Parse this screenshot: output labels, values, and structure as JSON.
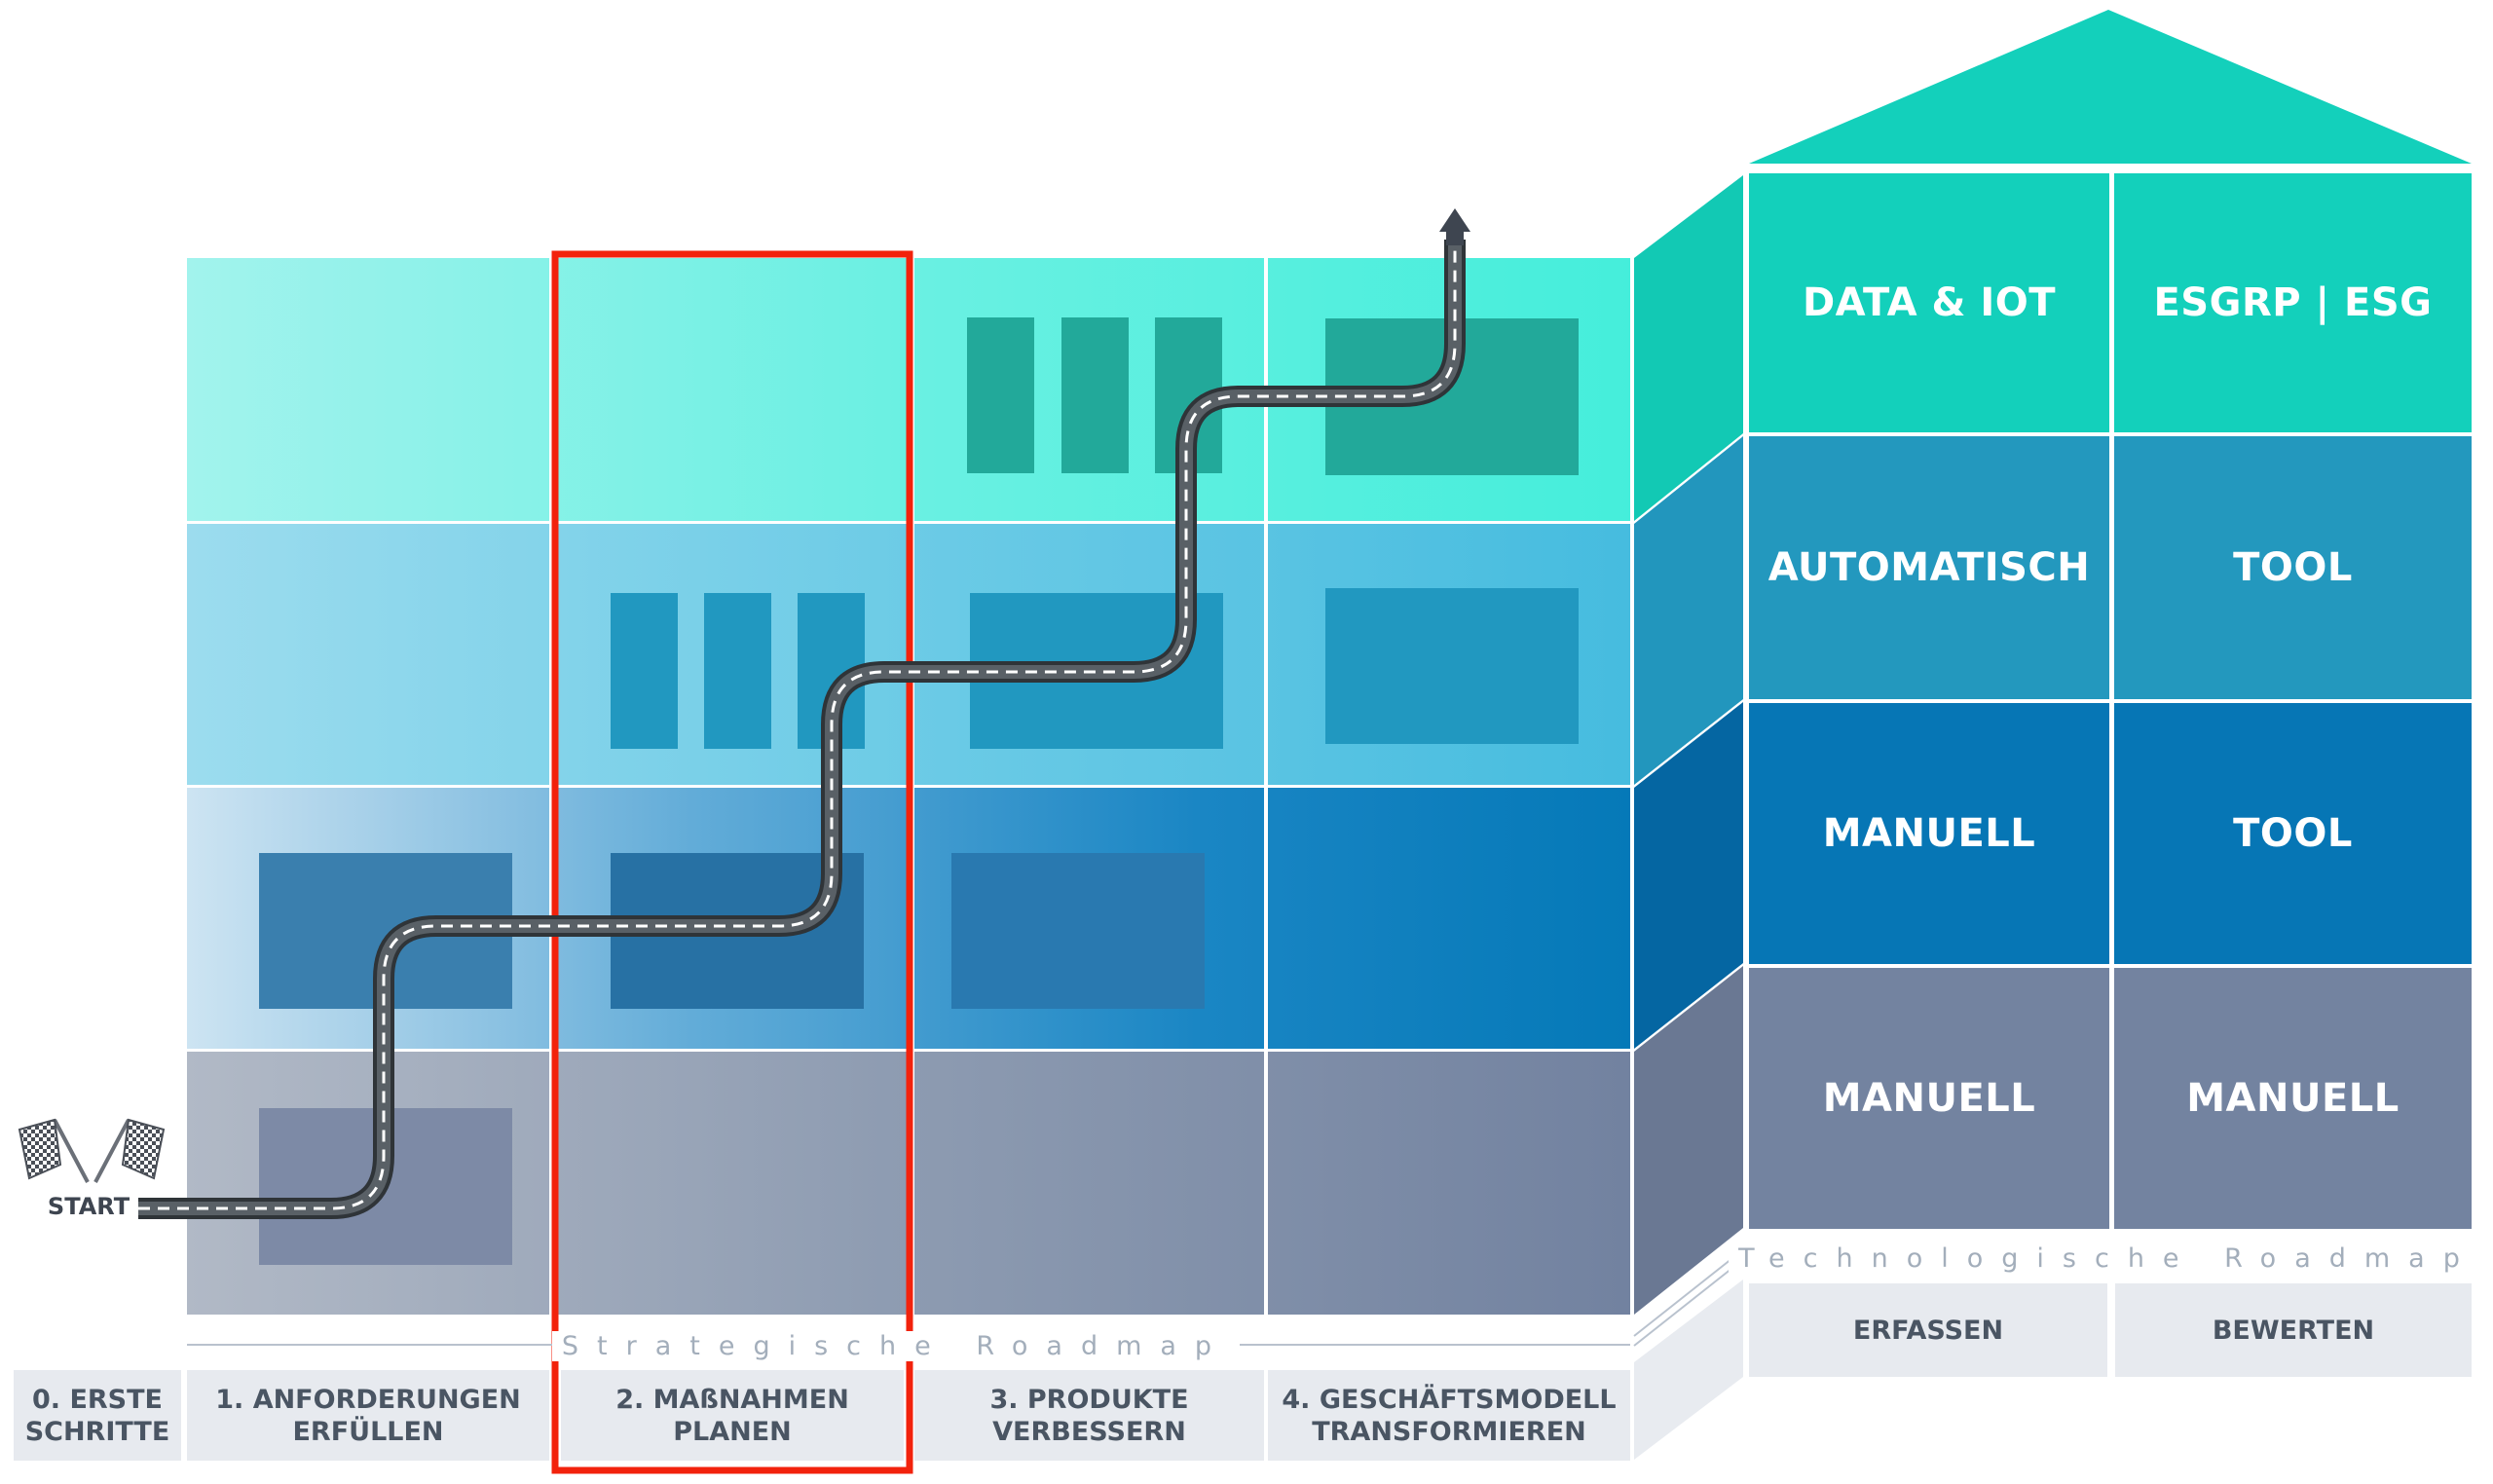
{
  "colors": {
    "teal_row": "#4ceedc",
    "light_blue_row": "#58c3e2",
    "blue_row": "#0579b8",
    "gray_row": "#7384a0",
    "highlight": "#f2220c",
    "roof": "#13d0bb"
  },
  "phases": [
    {
      "label": "0. ERSTE\nSCHRITTE"
    },
    {
      "label": "1. ANFORDERUNGEN\nERFÜLLEN"
    },
    {
      "label": "2. MAßNAHMEN\nPLANEN"
    },
    {
      "label": "3. PRODUKTE\nVERBESSERN"
    },
    {
      "label": "4. GESCHÄFTSMODELL\nTRANSFORMIEREN"
    }
  ],
  "strategic_roadmap_label": "Strategische Roadmap",
  "technology_roadmap_label": "Technologische Roadmap",
  "start_label": "START",
  "house": {
    "rows": [
      {
        "left": "DATA & IOT",
        "right": "ESGRP | ESG"
      },
      {
        "left": "AUTOMATISCH",
        "right": "TOOL"
      },
      {
        "left": "MANUELL",
        "right": "TOOL"
      },
      {
        "left": "MANUELL",
        "right": "MANUELL"
      }
    ],
    "footer": {
      "left": "ERFASSEN",
      "right": "BEWERTEN"
    }
  },
  "icons": {
    "start": "checkered-flags-icon",
    "end": "arrow-up-icon"
  }
}
